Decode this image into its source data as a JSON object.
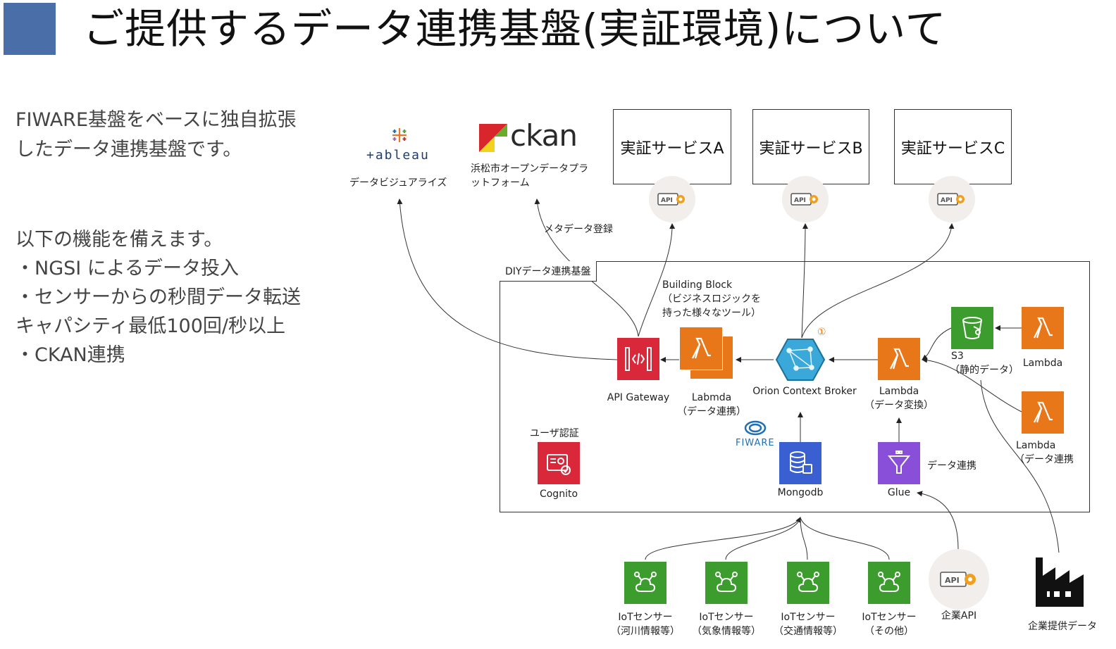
{
  "header": {
    "title": "ご提供するデータ連携基盤(実証環境)について"
  },
  "description": {
    "intro_line1": "FIWARE基盤をベースに独自拡張",
    "intro_line2": "したデータ連携基盤です。",
    "features_heading": "以下の機能を備えます。",
    "feature1": "・NGSI によるデータ投入",
    "feature2": "・センサーからの秒間データ転送",
    "feature2_cont": "キャパシティ最低100回/秒以上",
    "feature3": "・CKAN連携"
  },
  "external": {
    "tableau_logo": "+ableau",
    "tableau_label": "データビジュアライズ",
    "ckan_logo": "ckan",
    "ckan_label_line1": "浜松市オープンデータプラ",
    "ckan_label_line2": "ットフォーム",
    "service_a": "実証サービスA",
    "service_b": "実証サービスB",
    "service_c": "実証サービスC",
    "metadata_edge": "メタデータ登録"
  },
  "platform": {
    "name": "DIYデータ連携基盤",
    "building_block_line1": "Building Block",
    "building_block_line2": "（ビジネスロジックを",
    "building_block_line3": "持った様々なツール）",
    "api_gateway": "API Gateway",
    "lambda_link_line1": "Labmda",
    "lambda_link_line2": "（データ連携）",
    "orion": "Orion Context Broker",
    "marker": "①",
    "lambda_convert_line1": "Lambda",
    "lambda_convert_line2": "（データ変換）",
    "s3_line1": "S3",
    "s3_line2": "（静的データ）",
    "lambda_right": "Lambda",
    "lambda_right2_line1": "Lambda",
    "lambda_right2_line2": "（データ連携",
    "user_auth": "ユーザ認証",
    "cognito": "Cognito",
    "fiware": "FIWARE",
    "mongodb": "Mongodb",
    "glue": "Glue",
    "glue_edge": "データ連携"
  },
  "sources": {
    "sensor1_line1": "IoTセンサー",
    "sensor1_line2": "（河川情報等）",
    "sensor2_line1": "IoTセンサー",
    "sensor2_line2": "（気象情報等）",
    "sensor3_line1": "IoTセンサー",
    "sensor3_line2": "（交通情報等）",
    "sensor4_line1": "IoTセンサー",
    "sensor4_line2": "（その他）",
    "company_api": "企業API",
    "company_data": "企業提供データ",
    "api_badge": "API"
  },
  "colors": {
    "title_square": "#4a6ea8",
    "aws_orange": "#e8771a",
    "aws_red": "#d8283a",
    "aws_green": "#3c9c2e",
    "aws_blue": "#3a5fd0",
    "aws_purple": "#8a4fd8",
    "api_gear": "#f0a020"
  },
  "icons": {
    "tableau": "tableau-logo",
    "ckan": "ckan-logo",
    "api_badge": "api-gear-icon",
    "api_gateway": "api-gateway-icon",
    "lambda": "lambda-icon",
    "orion": "orion-context-broker-icon",
    "s3": "s3-bucket-icon",
    "cognito": "cognito-icon",
    "fiware": "fiware-logo",
    "mongodb": "database-icon",
    "glue": "glue-funnel-icon",
    "iot": "iot-sensor-icon",
    "factory": "factory-icon"
  }
}
